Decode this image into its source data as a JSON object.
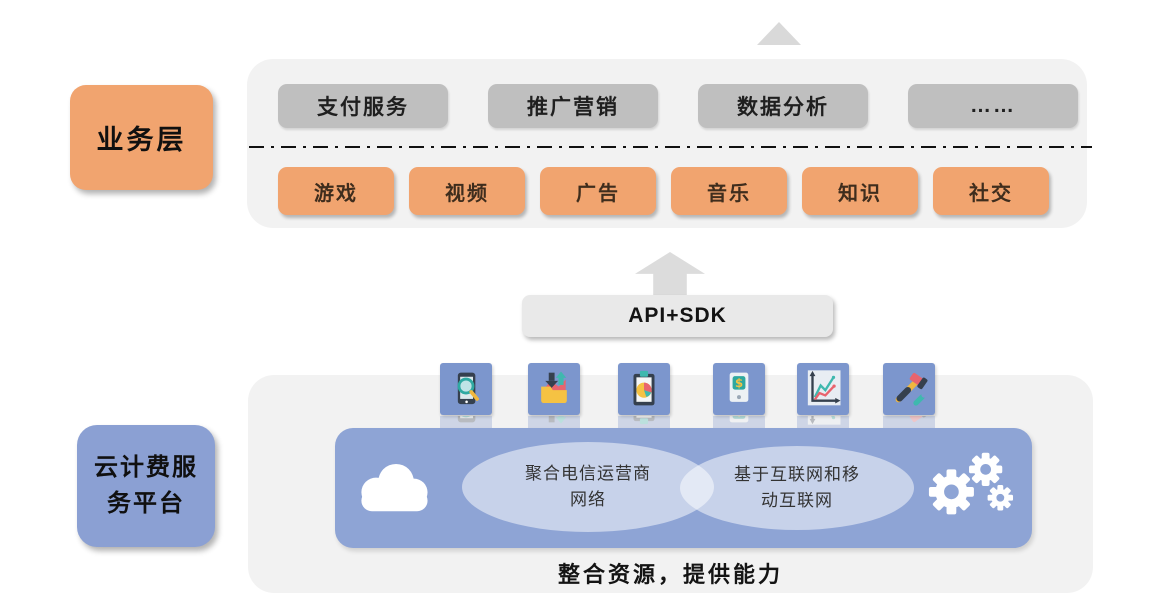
{
  "palette": {
    "orange": "#F1A46F",
    "gray_button": "#BFBFBF",
    "panel_gray": "#F2F2F2",
    "label_blue": "#8BA0D3",
    "band_blue": "#8EA4D5",
    "icon_square_blue": "#7C96CD",
    "arrow_gray": "#D9D9D9"
  },
  "business_layer": {
    "label": "业务层",
    "top_buttons": [
      "支付服务",
      "推广营销",
      "数据分析",
      "……"
    ],
    "bottom_buttons": [
      "游戏",
      "视频",
      "广告",
      "音乐",
      "知识",
      "社交"
    ]
  },
  "middle": {
    "api_label": "API+SDK",
    "up_arrow": "up-arrow",
    "top_triangle": "up-triangle"
  },
  "platform_layer": {
    "label_line1": "云计费服",
    "label_line2": "务平台",
    "icons": [
      "mobile-search",
      "data-transfer-folder",
      "report-clipboard",
      "mobile-payment",
      "analytics-chart",
      "dev-tools"
    ],
    "ellipse1_line1": "聚合电信运营商",
    "ellipse1_line2": "网络",
    "ellipse2_line1": "基于互联网和移",
    "ellipse2_line2": "动互联网",
    "caption": "整合资源，提供能力"
  }
}
